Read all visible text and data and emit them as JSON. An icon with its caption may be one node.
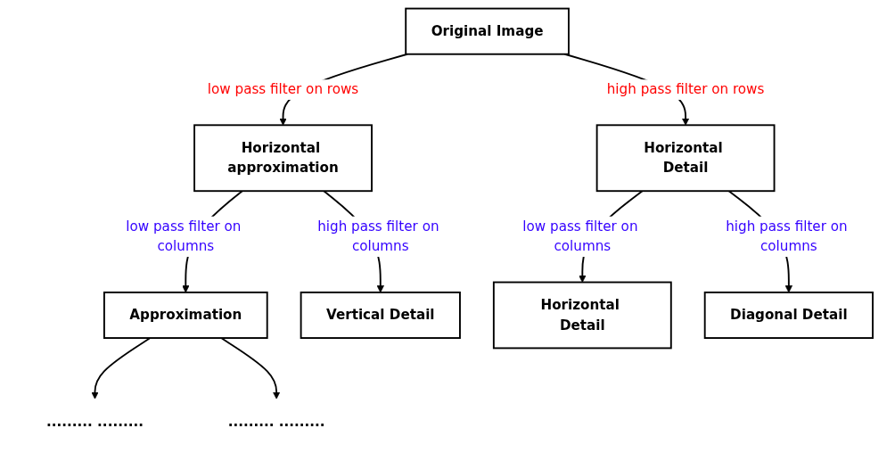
{
  "diagram": {
    "nodes": [
      {
        "text": [
          "Original Image"
        ]
      },
      {
        "text": [
          "Horizontal approximation"
        ]
      },
      {
        "text": [
          "Horizontal Detail"
        ]
      },
      {
        "text": [
          "Approximation"
        ]
      },
      {
        "text": [
          "Vertical Detail"
        ]
      },
      {
        "text": [
          "Horizontal Detail"
        ]
      },
      {
        "text": [
          "Diagonal Detail"
        ]
      },
      {
        "text": [
          "......... ........."
        ]
      },
      {
        "text": [
          "......... ........."
        ]
      }
    ],
    "edges": [
      {
        "from": 0,
        "to": 1,
        "arrow": "to",
        "label": "low pass filter on rows"
      },
      {
        "from": 0,
        "to": 2,
        "arrow": "to",
        "label": "high pass filter on rows"
      },
      {
        "from": 1,
        "to": 3,
        "arrow": "to",
        "label": "low pass filter on columns"
      },
      {
        "from": 1,
        "to": 4,
        "arrow": "to",
        "label": "high pass filter on columns"
      },
      {
        "from": 2,
        "to": 5,
        "arrow": "to",
        "label": "low pass filter on columns"
      },
      {
        "from": 2,
        "to": 6,
        "arrow": "to",
        "label": "high pass filter on columns"
      },
      {
        "from": 3,
        "to": 7,
        "arrow": "to"
      },
      {
        "from": 3,
        "to": 8,
        "arrow": "to"
      }
    ]
  }
}
